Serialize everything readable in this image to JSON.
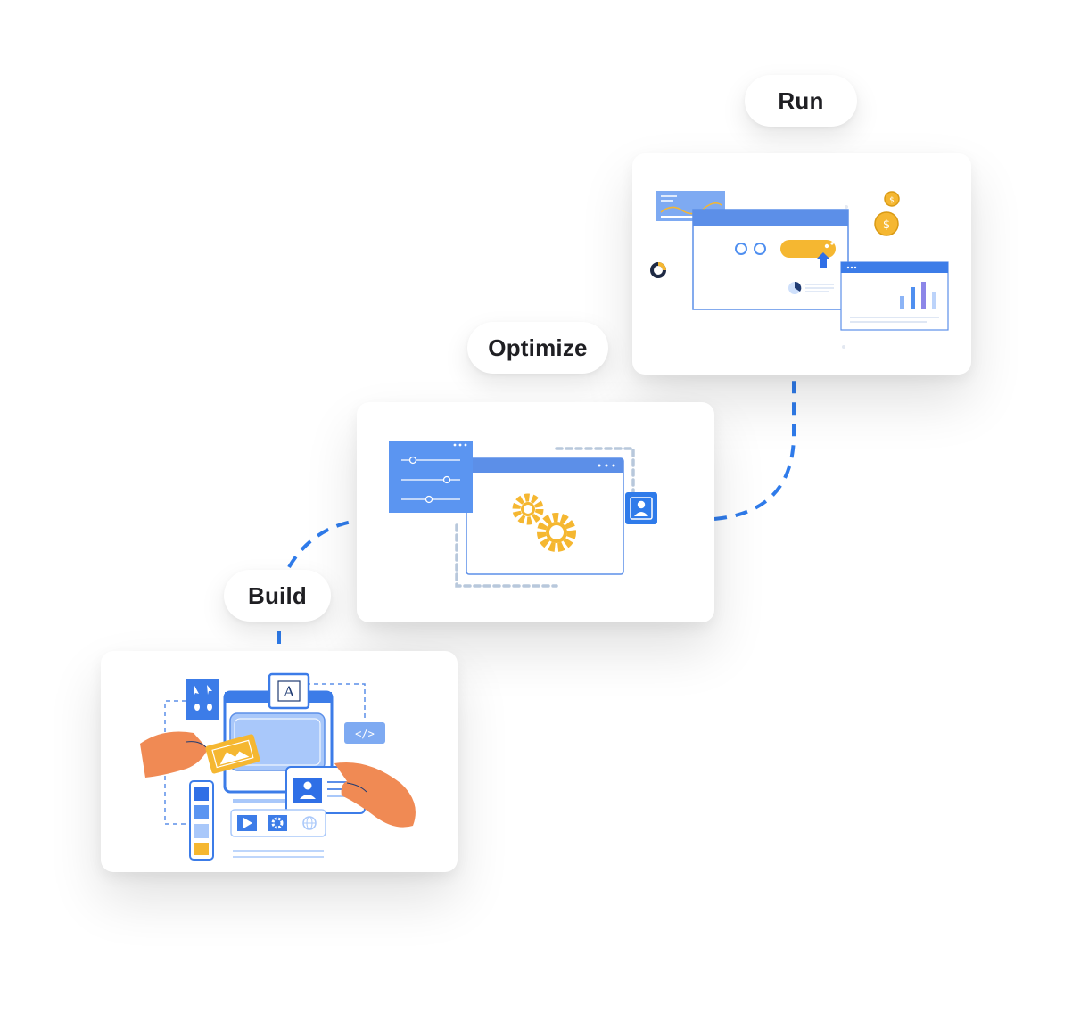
{
  "steps": {
    "build": {
      "label": "Build"
    },
    "optimize": {
      "label": "Optimize"
    },
    "run": {
      "label": "Run"
    }
  },
  "colors": {
    "connector": "#2f7bea",
    "primary_blue": "#4f8ff0",
    "light_blue": "#a9c8fa",
    "accent_yellow": "#f5b731",
    "hand_orange": "#f08a54",
    "panel_border": "#5c8fe8"
  },
  "icons": [
    "gear-icon",
    "user-icon",
    "slider-icon",
    "code-icon",
    "play-icon",
    "globe-icon",
    "dollar-coin-icon",
    "bar-chart-icon",
    "pie-chart-icon",
    "donut-chart-icon",
    "cursor-arrow-icon",
    "text-tool-icon",
    "image-icon"
  ]
}
